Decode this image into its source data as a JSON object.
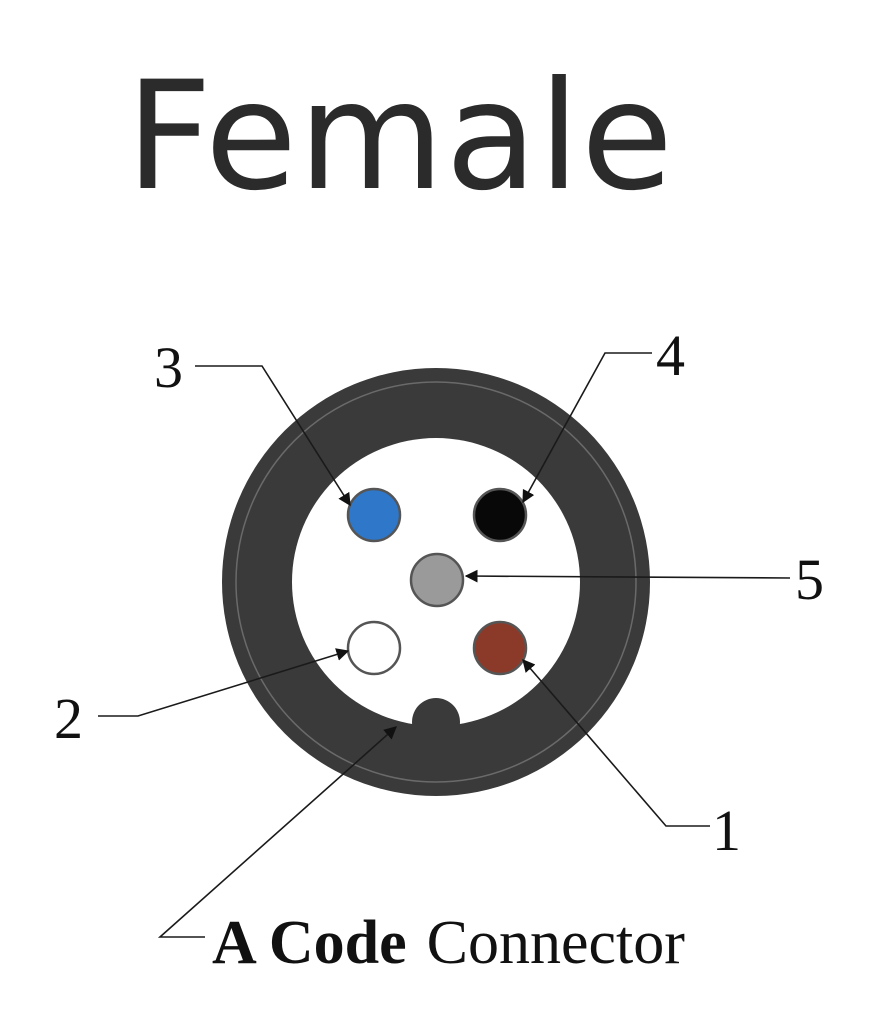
{
  "title": "Female",
  "pins": [
    {
      "number": "1",
      "color": "#8b3a2a"
    },
    {
      "number": "2",
      "color": "#ffffff"
    },
    {
      "number": "3",
      "color": "#2f77c8"
    },
    {
      "number": "4",
      "color": "#080808"
    },
    {
      "number": "5",
      "color": "#9a9a9a"
    }
  ],
  "caption": {
    "code": "A Code",
    "rest": "Connector"
  },
  "colors": {
    "housing": "#3a3a3a",
    "face": "#ffffff"
  }
}
